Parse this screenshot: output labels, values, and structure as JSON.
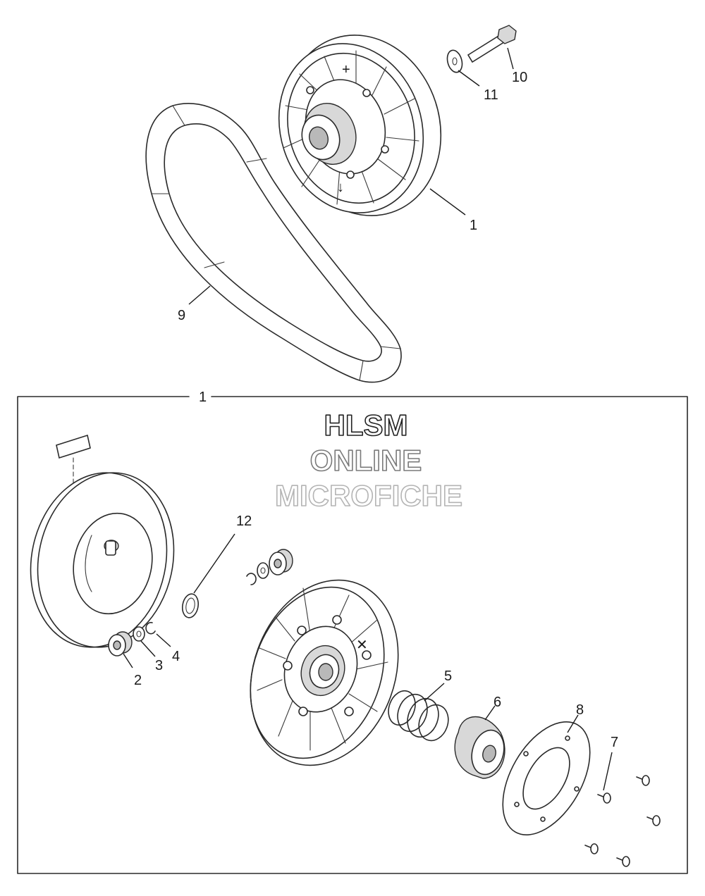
{
  "watermark": {
    "line1": "HLSM",
    "line2": "ONLINE",
    "line3": "MICROFICHE"
  },
  "callouts": {
    "c1_top": "1",
    "c1_frame": "1",
    "c2": "2",
    "c3": "3",
    "c4": "4",
    "c5": "5",
    "c6": "6",
    "c7": "7",
    "c8": "8",
    "c9": "9",
    "c10": "10",
    "c11": "11",
    "c12": "12"
  },
  "parts": [
    {
      "ref": "1",
      "part": "driven-clutch-assembly-icon"
    },
    {
      "ref": "2",
      "part": "bushing-icon"
    },
    {
      "ref": "3",
      "part": "washer-icon"
    },
    {
      "ref": "4",
      "part": "e-clip-icon"
    },
    {
      "ref": "5",
      "part": "spring-icon"
    },
    {
      "ref": "6",
      "part": "cam-icon"
    },
    {
      "ref": "7",
      "part": "screw-icon"
    },
    {
      "ref": "8",
      "part": "cover-plate-icon"
    },
    {
      "ref": "9",
      "part": "drive-belt-icon"
    },
    {
      "ref": "10",
      "part": "bolt-icon"
    },
    {
      "ref": "11",
      "part": "washer-icon"
    },
    {
      "ref": "12",
      "part": "o-ring-icon"
    }
  ]
}
